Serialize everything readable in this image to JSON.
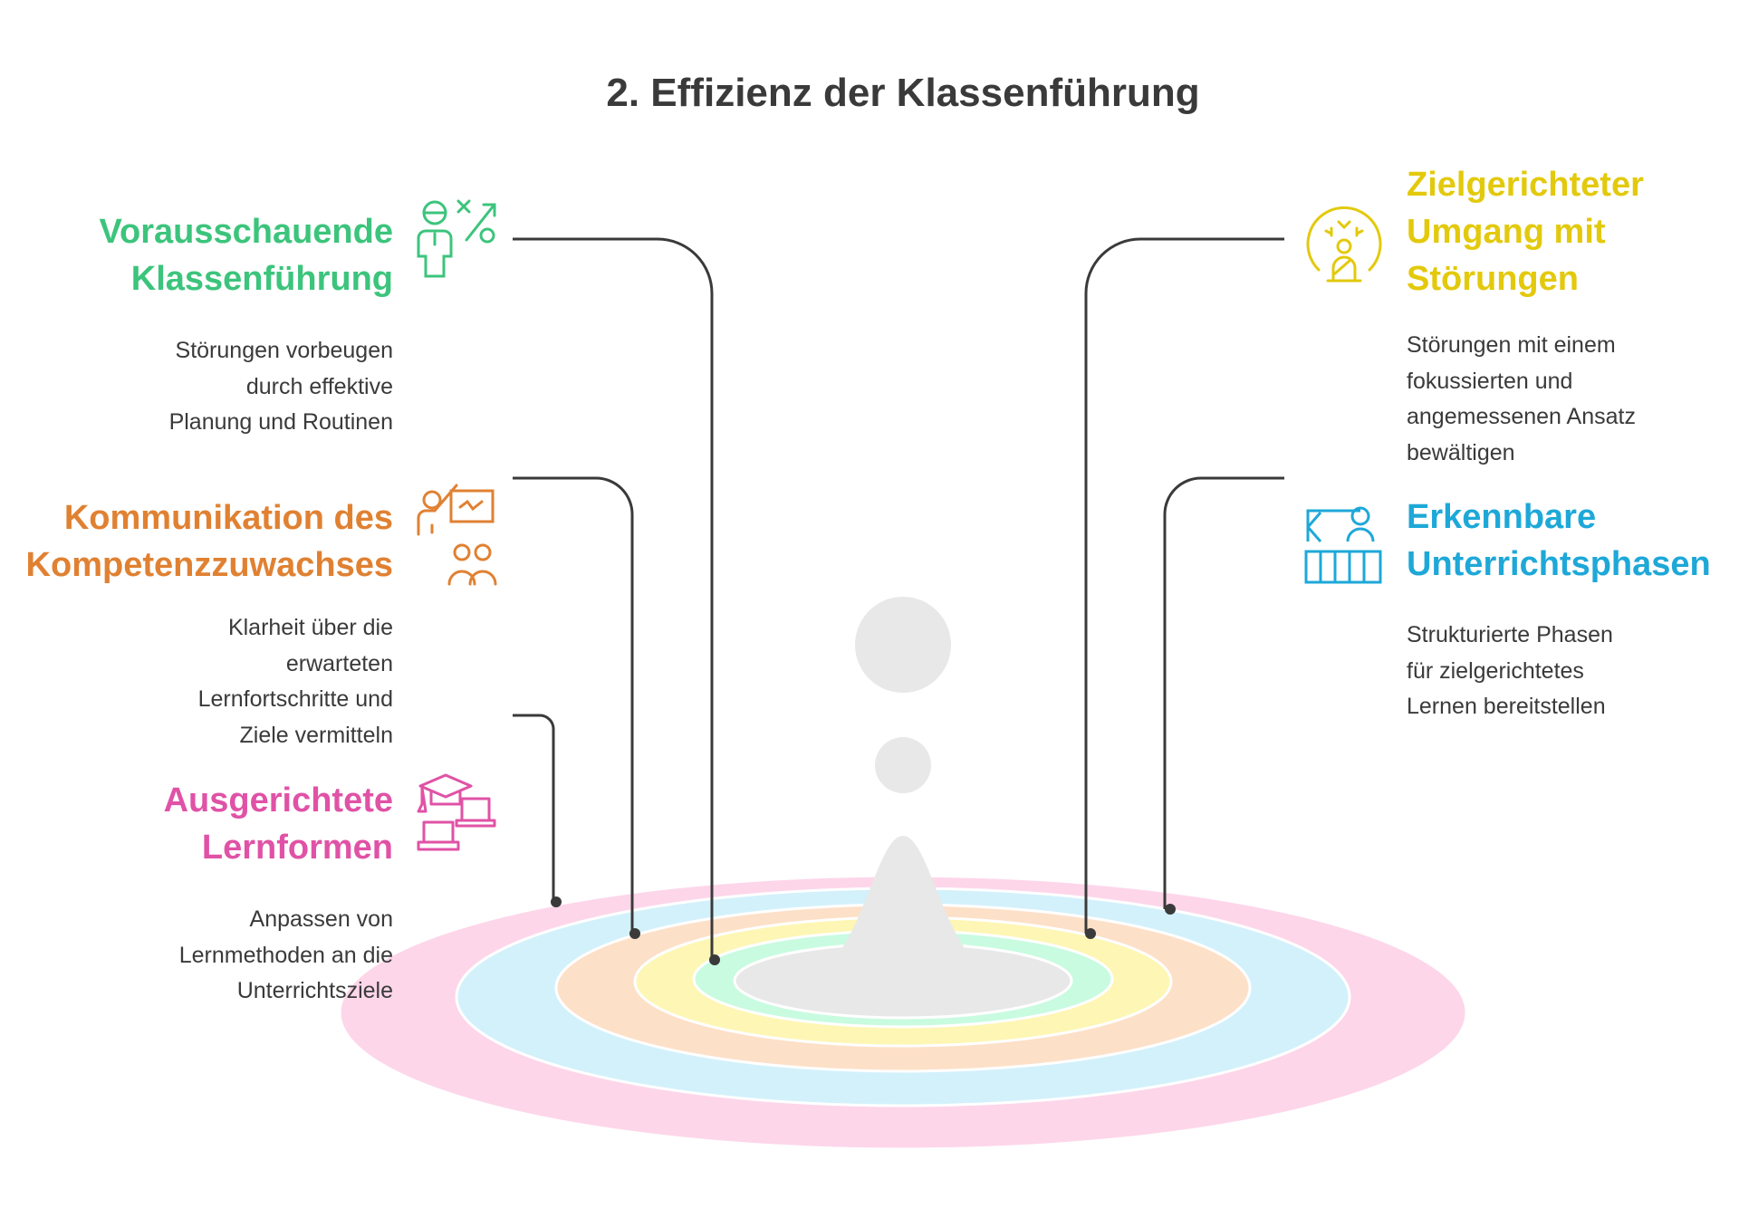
{
  "title": "2. Effizienz der Klassenführung",
  "colors": {
    "green": "#3cc47c",
    "orange": "#e08132",
    "pink": "#e052a6",
    "yellow": "#e3c90c",
    "blue": "#1ea8d8",
    "text": "#3a3a3a"
  },
  "items": [
    {
      "heading": [
        "Vorausschauende",
        "Klassenführung"
      ],
      "description": [
        "Störungen vorbeugen",
        "durch effektive",
        "Planung und Routinen"
      ],
      "icon": "teacher-strategy-icon"
    },
    {
      "heading": [
        "Kommunikation des",
        "Kompetenzzuwachses"
      ],
      "description": [
        "Klarheit über die",
        "erwarteten",
        "Lernfortschritte und",
        "Ziele vermitteln"
      ],
      "icon": "presentation-icon"
    },
    {
      "heading": [
        "Ausgerichtete",
        "Lernformen"
      ],
      "description": [
        "Anpassen von",
        "Lernmethoden an die",
        "Unterrichtsziele"
      ],
      "icon": "graduation-laptop-icon"
    },
    {
      "heading": [
        "Zielgerichteter",
        "Umgang mit",
        "Störungen"
      ],
      "description": [
        "Störungen mit einem",
        "fokussierten und",
        "angemessenen Ansatz",
        "bewältigen"
      ],
      "icon": "focused-person-icon"
    },
    {
      "heading": [
        "Erkennbare",
        "Unterrichtsphasen"
      ],
      "description": [
        "Strukturierte Phasen",
        "für zielgerichtetes",
        "Lernen bereitstellen"
      ],
      "icon": "classroom-phases-icon"
    }
  ]
}
